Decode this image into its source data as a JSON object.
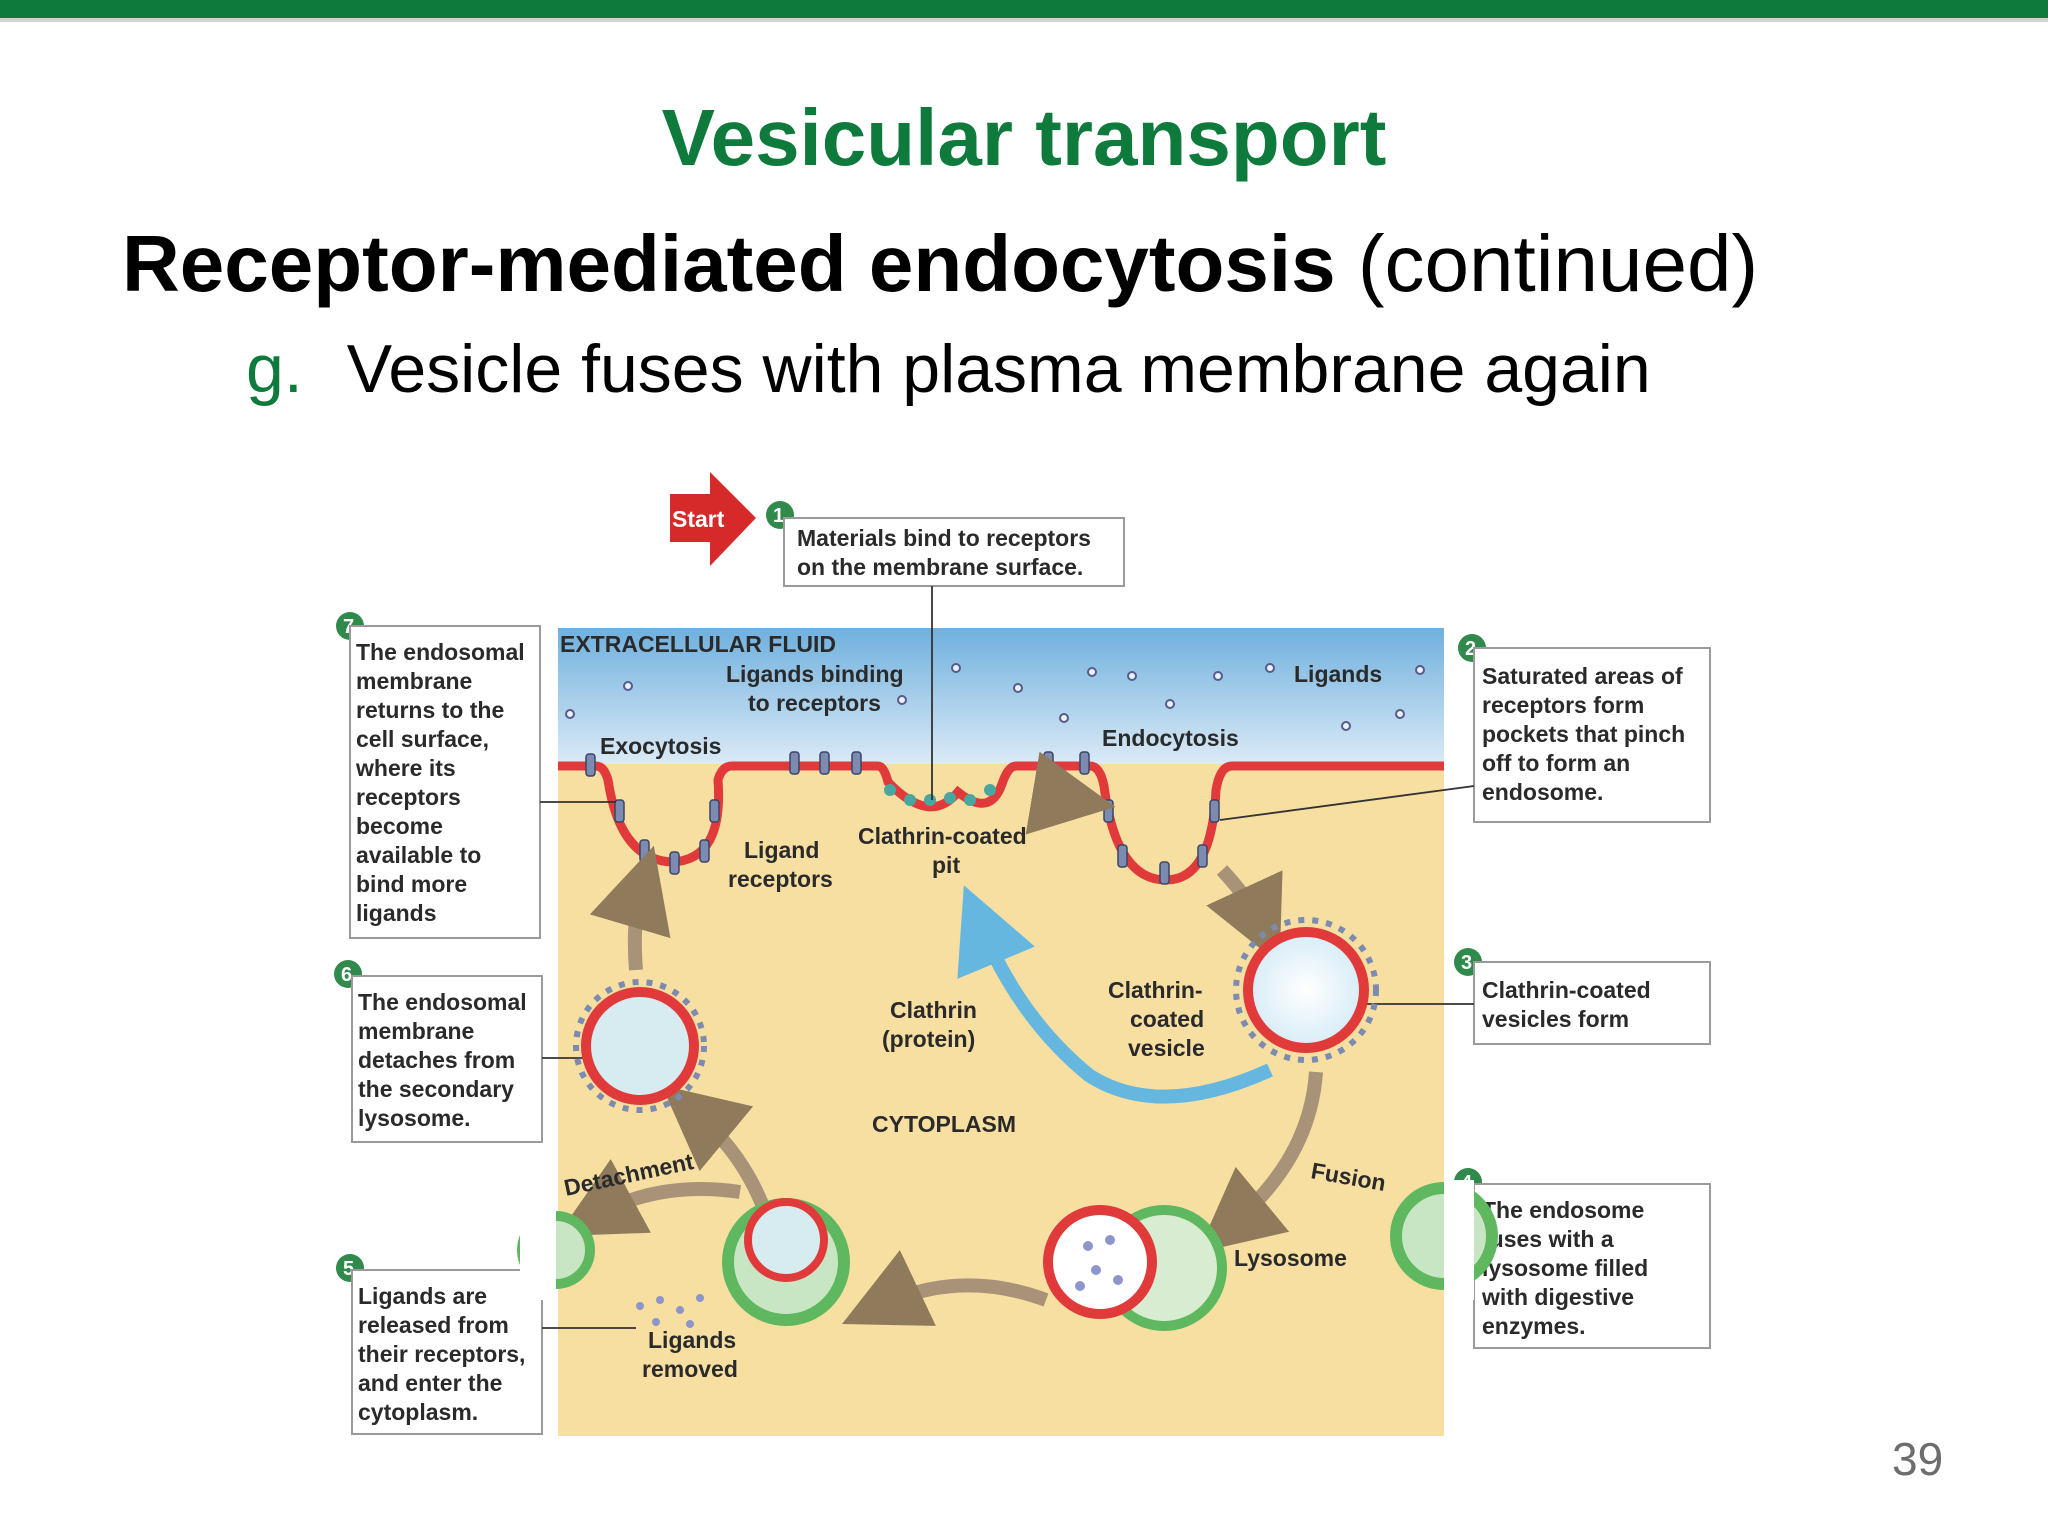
{
  "slide": {
    "title": "Vesicular transport",
    "heading_bold": "Receptor-mediated endocytosis",
    "heading_normal": " (continued)",
    "subpoint_marker": "g.",
    "subpoint_text": "Vesicle fuses with plasma membrane again",
    "page_number": "39"
  },
  "diagram": {
    "start_label": "Start",
    "steps": [
      {
        "num": "1",
        "lines": [
          "Materials bind to receptors",
          "on the membrane surface."
        ]
      },
      {
        "num": "2",
        "lines": [
          "Saturated areas of",
          "receptors form",
          "pockets that pinch",
          "off to form an",
          "endosome."
        ]
      },
      {
        "num": "3",
        "lines": [
          "Clathrin-coated",
          "vesicles form"
        ]
      },
      {
        "num": "4",
        "lines": [
          "The endosome",
          "fuses with a",
          "lysosome filled",
          "with digestive",
          "enzymes."
        ]
      },
      {
        "num": "5",
        "lines": [
          "Ligands are",
          "released from",
          "their receptors,",
          "and enter the",
          "cytoplasm."
        ]
      },
      {
        "num": "6",
        "lines": [
          "The endosomal",
          "membrane",
          "detaches from",
          "the secondary",
          "lysosome."
        ]
      },
      {
        "num": "7",
        "lines": [
          "The endosomal",
          "membrane",
          "returns to the",
          "cell surface,",
          "where its",
          "receptors",
          "become",
          "available to",
          "bind more",
          "ligands"
        ]
      }
    ],
    "labels": {
      "extracellular": "EXTRACELLULAR FLUID",
      "ligands_binding": [
        "Ligands binding",
        "to receptors"
      ],
      "ligands": "Ligands",
      "exocytosis": "Exocytosis",
      "endocytosis": "Endocytosis",
      "ligand_receptors": [
        "Ligand",
        "receptors"
      ],
      "clathrin_pit": [
        "Clathrin-coated",
        "pit"
      ],
      "clathrin_protein": [
        "Clathrin",
        "(protein)"
      ],
      "clathrin_vesicle": [
        "Clathrin-",
        "coated",
        "vesicle"
      ],
      "cytoplasm": "CYTOPLASM",
      "fusion": "Fusion",
      "lysosome": "Lysosome",
      "detachment": "Detachment",
      "ligands_removed": [
        "Ligands",
        "removed"
      ]
    },
    "colors": {
      "extracellular": "#8ec2e6",
      "cytoplasm": "#f7dfa2",
      "membrane": "#e03a3a",
      "lysosome": "#5fb85f",
      "step_bubble": "#2f8a4b",
      "start_arrow": "#d62a2a"
    }
  }
}
